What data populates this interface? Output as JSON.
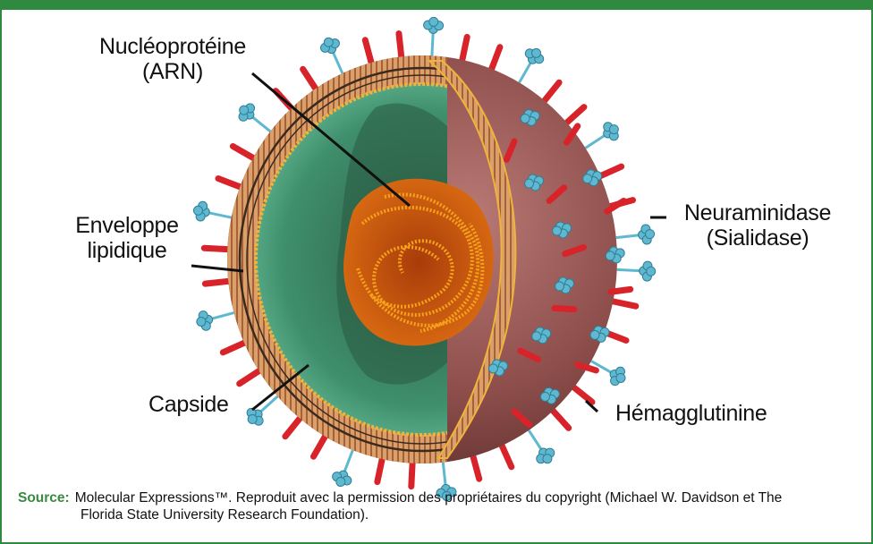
{
  "title": "",
  "labels": {
    "nucleoprotein": "Nucléoprotéine",
    "nucleoprotein_sub": "(ARN)",
    "envelope": "Enveloppe",
    "envelope_sub": "lipidique",
    "capsid": "Capside",
    "neuraminidase": "Neuraminidase",
    "neuraminidase_sub": "(Sialidase)",
    "hemagglutinin": "Hémagglutinine"
  },
  "source": {
    "label": "Source:",
    "line1": "Molecular Expressions™. Reproduit avec la permission des propriétaires du copyright (Michael W. Davidson et The",
    "line2": "Florida State University Research Foundation)."
  },
  "colors": {
    "frame": "#2f8a3f",
    "source_label": "#3a8a3f",
    "spike_red": "#d8232a",
    "spike_blue": "#5fb8cf",
    "shell_dark": "#8a4a48",
    "lipid": "#d79a5a",
    "capsid": "#4fae8c",
    "rna": "#d96a12"
  }
}
